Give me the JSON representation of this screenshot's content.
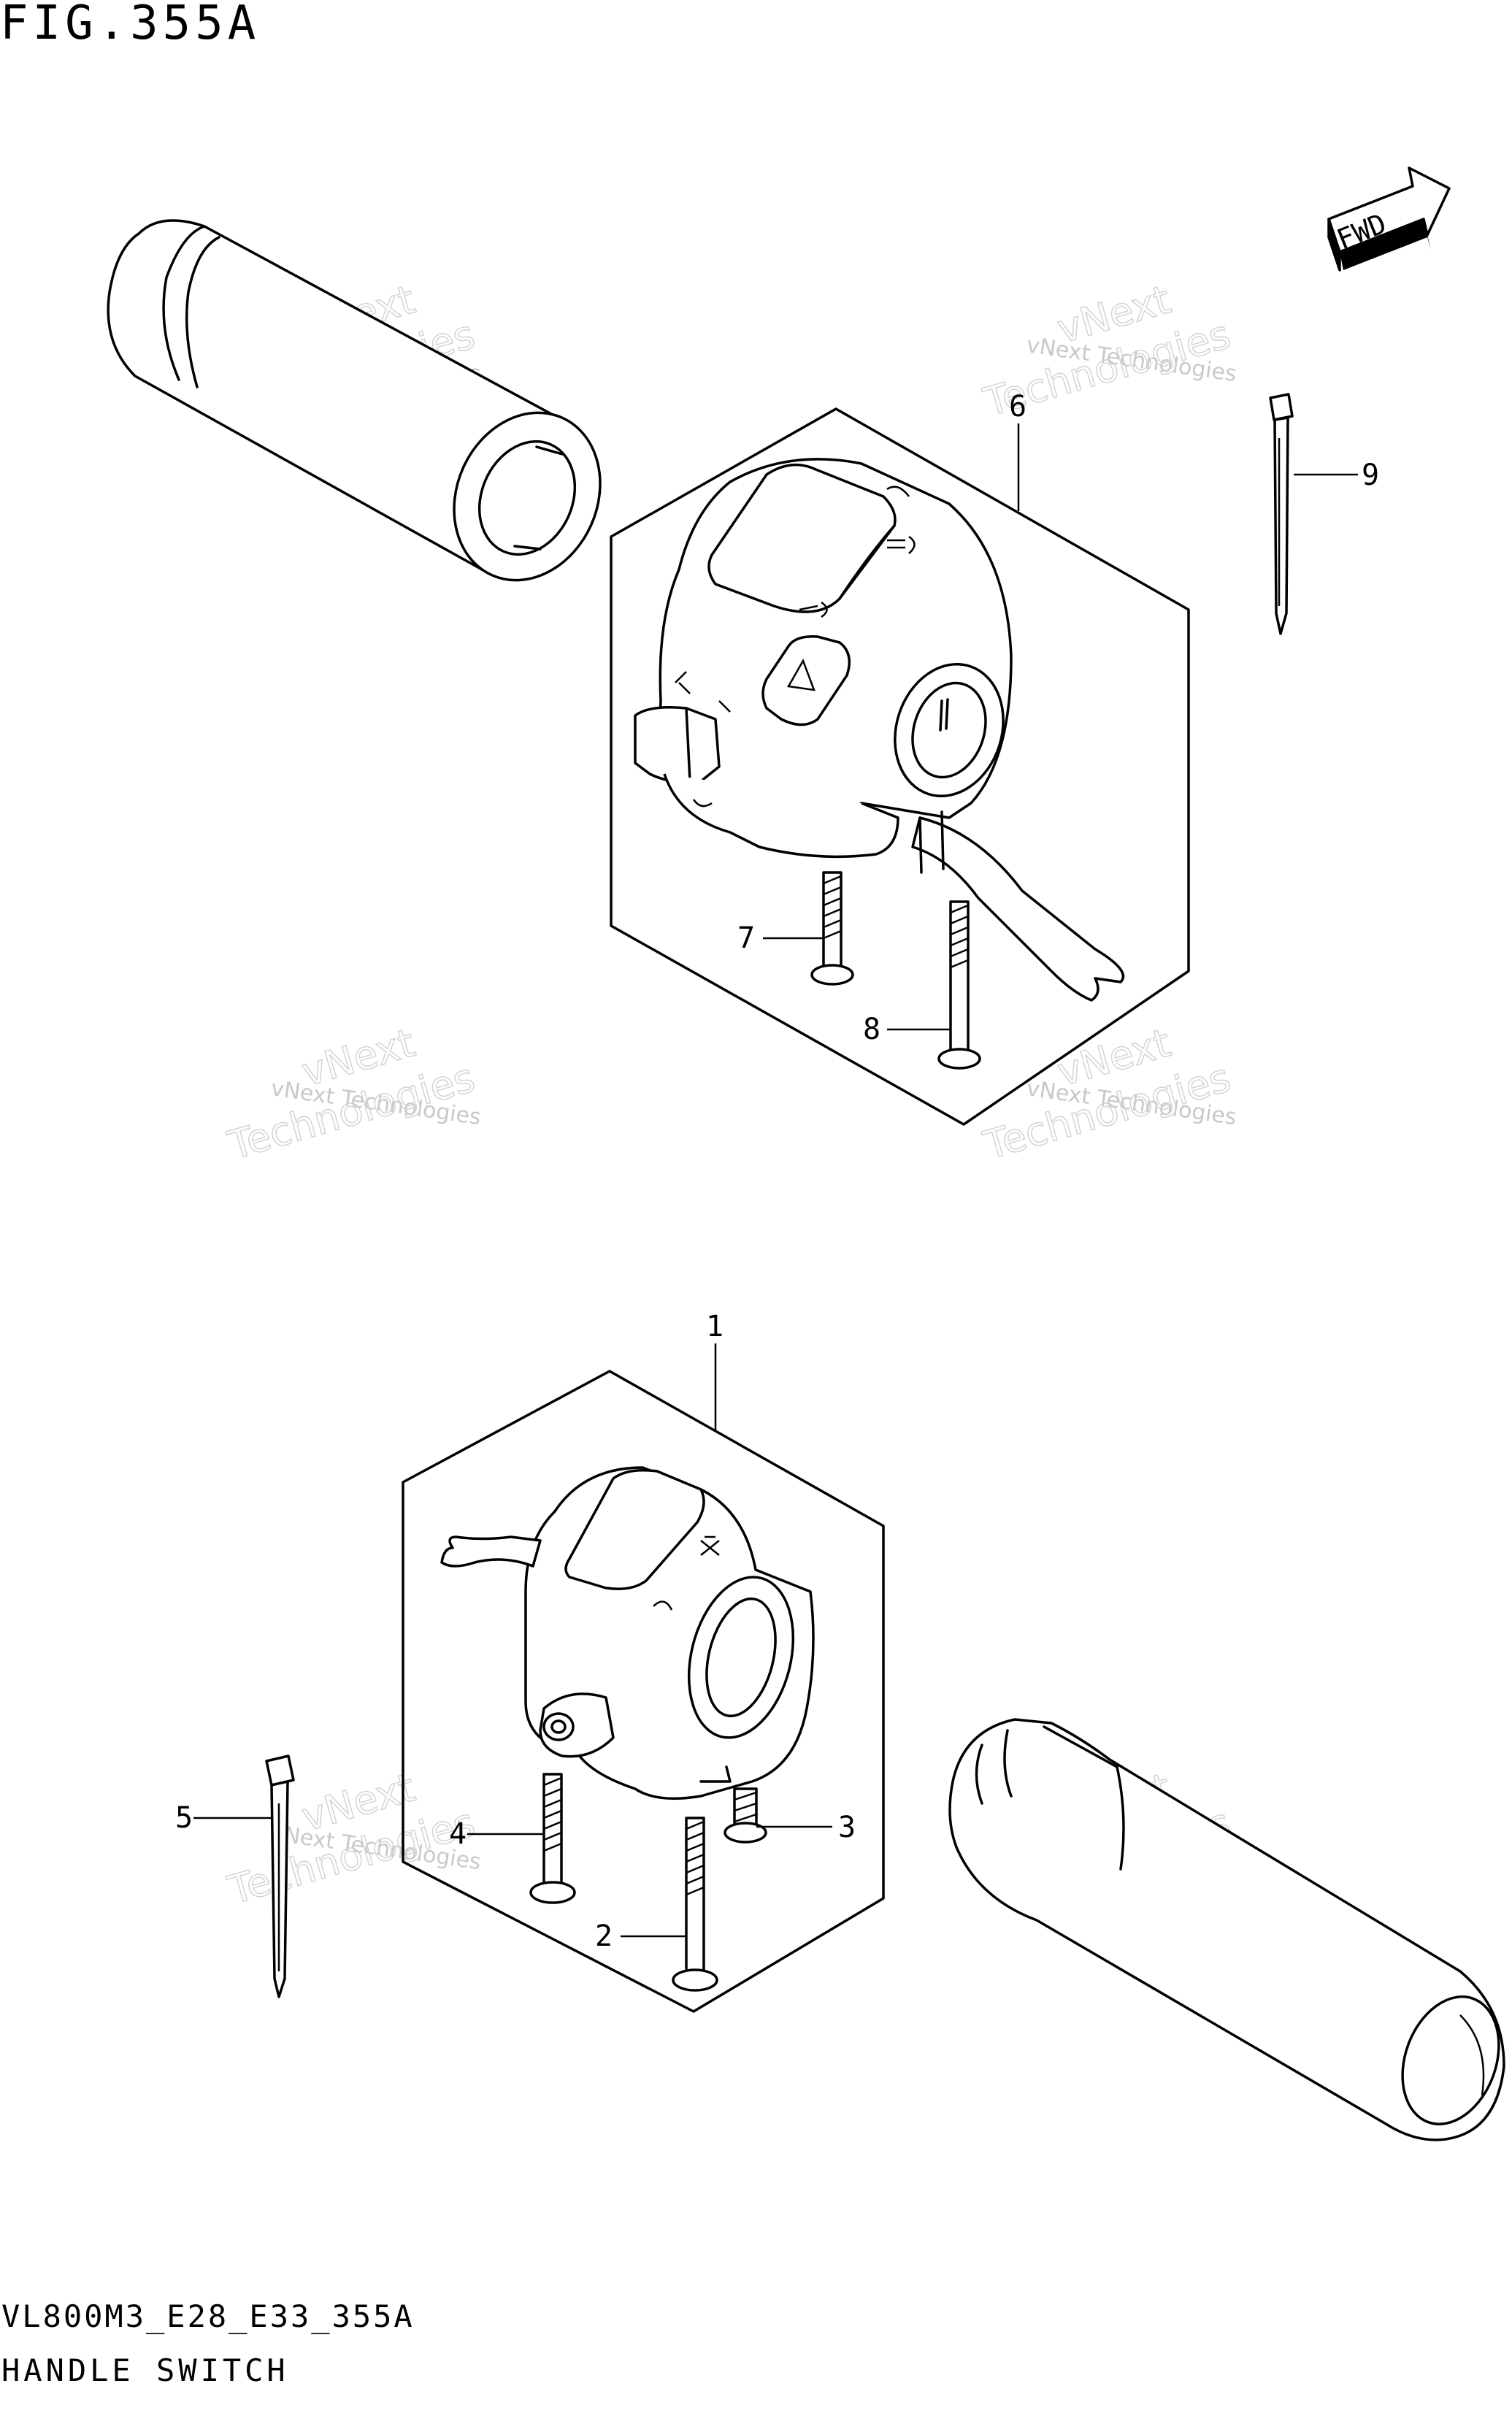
{
  "figure": {
    "title": "FIG.355A",
    "code": "VL800M3_E28_E33_355A",
    "name": "HANDLE SWITCH"
  },
  "direction_badge": {
    "label": "FWD"
  },
  "callouts": [
    "1",
    "2",
    "3",
    "4",
    "5",
    "6",
    "7",
    "8",
    "9"
  ],
  "watermark": {
    "line1": "vNext Technologies",
    "line2": "vNext",
    "line3": "Technologies"
  },
  "icons": [
    "grip-icon",
    "handlebar-switch-right-icon",
    "handlebar-switch-left-icon",
    "screw-icon",
    "cable-tie-icon",
    "fwd-arrow-icon"
  ]
}
